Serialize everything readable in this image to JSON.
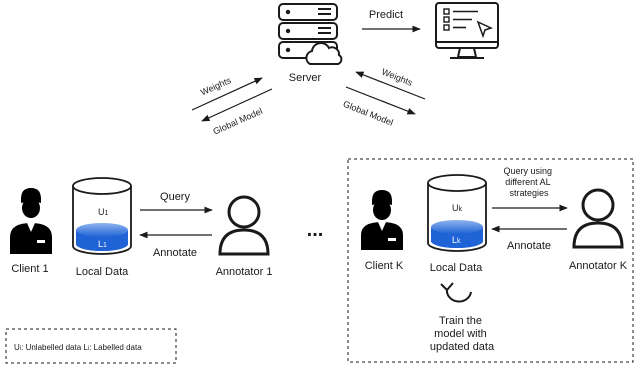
{
  "server": {
    "label": "Server"
  },
  "predict": {
    "label": "Predict"
  },
  "links": {
    "weights_left": "Weights",
    "global_model_left": "Global Model",
    "weights_right": "Weights",
    "global_model_right": "Global Model"
  },
  "client1": {
    "client_label": "Client 1",
    "db_label": "Local Data",
    "db_top": "U",
    "db_top_sub": "1",
    "db_bottom": "L",
    "db_bottom_sub": "1",
    "query": "Query",
    "annotate": "Annotate",
    "annotator_label": "Annotator 1"
  },
  "ellipsis": "...",
  "clientK": {
    "client_label": "Client K",
    "db_label": "Local Data",
    "db_top": "U",
    "db_top_sub": "k",
    "db_bottom": "L",
    "db_bottom_sub": "k",
    "query_lines": [
      "Query using",
      "different AL",
      "strategies"
    ],
    "annotate": "Annotate",
    "annotator_label": "Annotator K",
    "train_lines": [
      "Train the",
      "model with",
      "updated data"
    ]
  },
  "legend": {
    "u_letter": "U",
    "u_sub": "i",
    "u_text": ": Unlabelled data ",
    "l_letter": "L",
    "l_sub": "i",
    "l_text": ": Labelled data"
  },
  "colors": {
    "stroke": "#1a1a1a",
    "db_fill_top": "#8fb4ee",
    "db_fill_bottom": "#1f63d6",
    "person": "#000000"
  }
}
